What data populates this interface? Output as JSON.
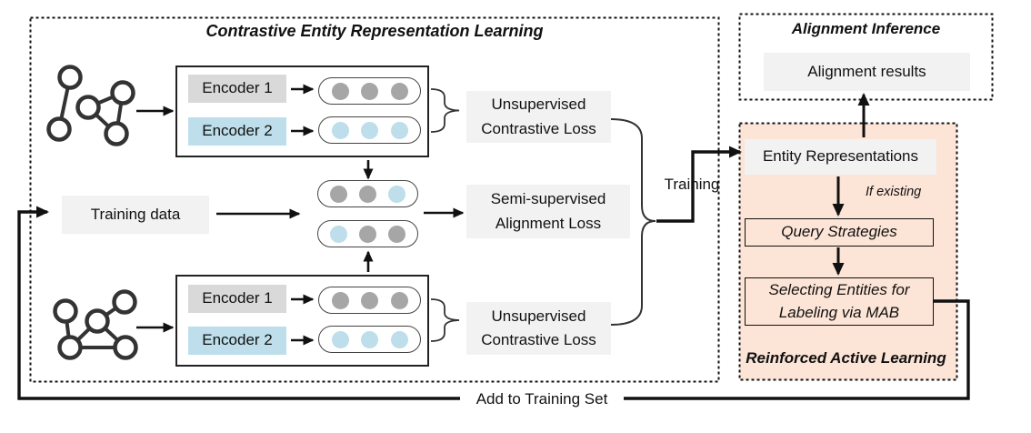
{
  "colors": {
    "peach": "#fce4d6",
    "label_gray": "#f2f2f2",
    "encoder1_bg": "#d9d9d9",
    "encoder2_bg": "#bddeea",
    "gray": "#a6a6a6",
    "blue": "#bddeea"
  },
  "cerl": {
    "title": "Contrastive Entity Representation Learning",
    "encoder1": "Encoder 1",
    "encoder2": "Encoder 2",
    "training_data": "Training data",
    "loss_top": "Unsupervised\nContrastive Loss",
    "loss_semi": "Semi-supervised\nAlignment Loss",
    "loss_bottom": "Unsupervised\nContrastive Loss"
  },
  "flow": {
    "training": "Training",
    "add_to_training": "Add to Training Set"
  },
  "inference": {
    "title": "Alignment Inference",
    "results": "Alignment results"
  },
  "ral": {
    "title": "Reinforced Active Learning",
    "entity_reps": "Entity Representations",
    "if_existing": "If existing",
    "query": "Query Strategies",
    "selecting": "Selecting Entities for\nLabeling via MAB"
  },
  "pills": {
    "kg1_enc1": [
      "gray",
      "gray",
      "gray"
    ],
    "kg1_enc2": [
      "blue",
      "blue",
      "blue"
    ],
    "merged_top": [
      "gray",
      "gray",
      "blue"
    ],
    "merged_bottom": [
      "blue",
      "gray",
      "gray"
    ],
    "kg2_enc1": [
      "gray",
      "gray",
      "gray"
    ],
    "kg2_enc2": [
      "blue",
      "blue",
      "blue"
    ]
  }
}
